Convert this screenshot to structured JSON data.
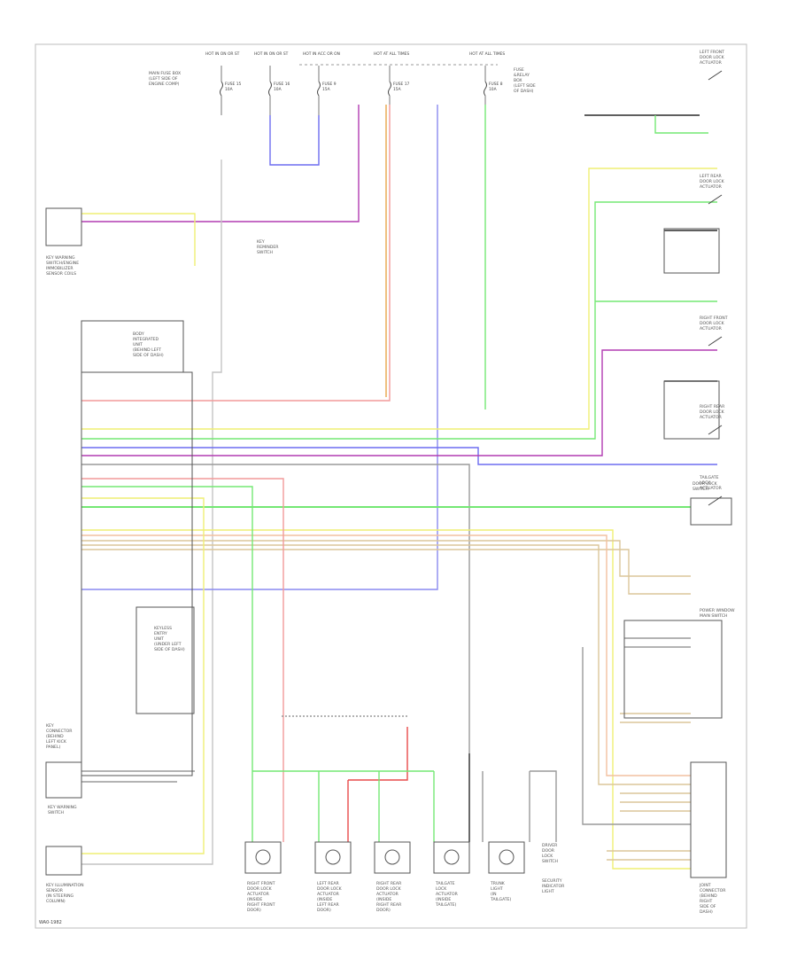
{
  "footer": {
    "code": "WA0-1982"
  },
  "fuses": [
    {
      "name": "fuse-a",
      "top": "HOT IN ON OR ST",
      "bot": "FUSE 15",
      "amp": "10A"
    },
    {
      "name": "fuse-b",
      "top": "HOT IN ON OR ST",
      "bot": "FUSE 16",
      "amp": "10A"
    },
    {
      "name": "fuse-c",
      "top": "HOT IN ACC OR ON",
      "bot": "FUSE 9",
      "amp": "15A"
    },
    {
      "name": "fuse-d",
      "top": "HOT AT ALL TIMES",
      "bot": "FUSE 17",
      "amp": "15A"
    },
    {
      "name": "fuse-e",
      "top": "HOT AT ALL TIMES",
      "bot": "FUSE 8",
      "amp": "10A"
    }
  ],
  "components": {
    "main_fuse_box": [
      "MAIN FUSE BOX",
      "(LEFT SIDE OF",
      "ENGINE COMP)"
    ],
    "fuse_relay_box": [
      "FUSE",
      "&RELAY",
      "BOX",
      "(LEFT SIDE",
      "OF DASH)"
    ],
    "key_ignition": [
      "KEY WARNING",
      "SWITCH/ENGINE",
      "IMMOBILIZER",
      "SENSOR COILS"
    ],
    "key_reminder_sw": [
      "KEY",
      "REMINDER",
      "SWITCH"
    ],
    "body_control": [
      "BODY",
      "INTEGRATED",
      "UNIT",
      "(BEHIND LEFT",
      "SIDE OF DASH)"
    ],
    "keyless_unit": [
      "KEYLESS",
      "ENTRY",
      "UNIT",
      "(UNDER LEFT",
      "SIDE OF DASH)"
    ],
    "key_connector": [
      "KEY",
      "CONNECTOR",
      "(BEHIND",
      "LEFT KICK",
      "PANEL)"
    ],
    "key_warning_sw": [
      "KEY WARNING",
      "SWITCH"
    ],
    "ignition_sensor": [
      "KEY ILLUMINATION",
      "SENSOR",
      "(IN STEERING",
      "COLUMN)"
    ],
    "door_lock_sw": [
      "DOOR LOCK",
      "SWITCH"
    ],
    "power_window_sw": [
      "POWER WINDOW",
      "MAIN SWITCH"
    ],
    "security_ind": [
      "SECURITY",
      "INDICATOR",
      "LIGHT"
    ],
    "joint_connectors": [
      "JOINT",
      "CONNECTOR",
      "(BEHIND",
      "RIGHT",
      "SIDE OF",
      "DASH)"
    ]
  },
  "right_switches": [
    [
      "LEFT FRONT",
      "DOOR LOCK",
      "ACTUATOR"
    ],
    [
      "LEFT REAR",
      "DOOR LOCK",
      "ACTUATOR"
    ],
    [
      "RIGHT FRONT",
      "DOOR LOCK",
      "ACTUATOR"
    ],
    [
      "RIGHT REAR",
      "DOOR LOCK",
      "ACTUATOR"
    ],
    [
      "TAILGATE",
      "LOCK",
      "ACTUATOR"
    ]
  ],
  "actuators": [
    [
      "RIGHT FRONT",
      "DOOR LOCK",
      "ACTUATOR",
      "(INSIDE",
      "RIGHT FRONT",
      "DOOR)"
    ],
    [
      "LEFT REAR",
      "DOOR LOCK",
      "ACTUATOR",
      "(INSIDE",
      "LEFT REAR",
      "DOOR)"
    ],
    [
      "RIGHT REAR",
      "DOOR LOCK",
      "ACTUATOR",
      "(INSIDE",
      "RIGHT REAR",
      "DOOR)"
    ],
    [
      "TAILGATE",
      "LOCK",
      "ACTUATOR",
      "(INSIDE",
      "TAILGATE)"
    ],
    [
      "TRUNK",
      "LIGHT",
      "(IN",
      "TAILGATE)"
    ],
    [
      "DRIVER",
      "DOOR",
      "LOCK",
      "SWITCH"
    ]
  ],
  "wire_colors": {
    "pink": "#f29a9a",
    "blue": "#6d6df0",
    "purple": "#b23cb2",
    "orange": "#e8a64a",
    "green": "#74e874",
    "yellow": "#efef74",
    "gray": "#9a9a9a",
    "black": "#2a2a2a",
    "tan": "#dcc69a",
    "red": "#e84a4a"
  }
}
